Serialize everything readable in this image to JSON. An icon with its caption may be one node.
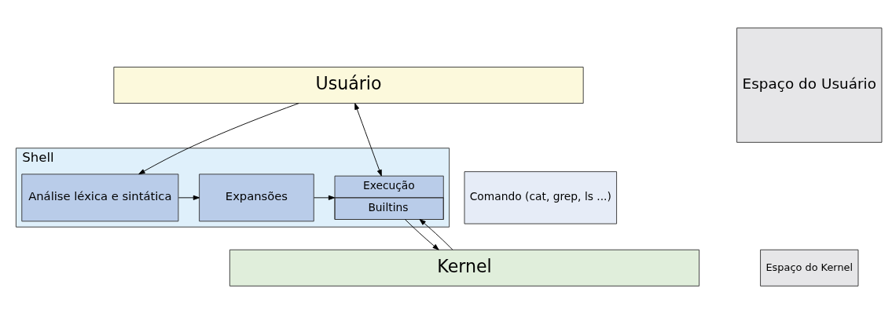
{
  "diagram": {
    "nodes": [
      {
        "text": [
          "Espaço do Usuário"
        ]
      },
      {
        "text": [
          "Usuário"
        ]
      },
      {
        "text": [
          "Shell"
        ]
      },
      {
        "text": [
          "Análise léxica e sintática"
        ],
        "in": 2
      },
      {
        "text": [
          "Expansões"
        ],
        "in": 2
      },
      {
        "text": [
          "Execução",
          "Builtins"
        ],
        "in": 2
      },
      {
        "text": [
          "Comando (cat, grep, ls ...)"
        ]
      },
      {
        "text": [
          "Espaço do Kernel"
        ]
      },
      {
        "text": [
          "Kernel"
        ]
      }
    ],
    "edges": [
      {
        "from": 1,
        "to": 3,
        "arrow": "to"
      },
      {
        "from": 3,
        "to": 4,
        "arrow": "to"
      },
      {
        "from": 4,
        "to": 5,
        "arrow": "to"
      },
      {
        "from": 5,
        "to": 1,
        "arrow": "both"
      },
      {
        "from": 5,
        "to": 8,
        "arrow": "to"
      },
      {
        "from": 8,
        "to": 5,
        "arrow": "to"
      }
    ]
  }
}
